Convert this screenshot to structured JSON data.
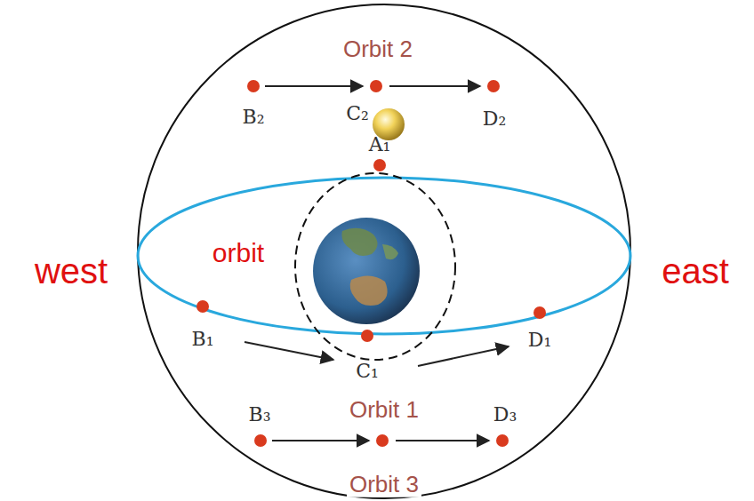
{
  "diagram": {
    "labels": [
      "Orbit 2",
      "B₂",
      "C₂",
      "D₂",
      "A₁",
      "west",
      "orbit",
      "east",
      "B₁",
      "C₁",
      "D₁",
      "Orbit 1",
      "B₃",
      "D₃",
      "Orbit 3"
    ]
  }
}
